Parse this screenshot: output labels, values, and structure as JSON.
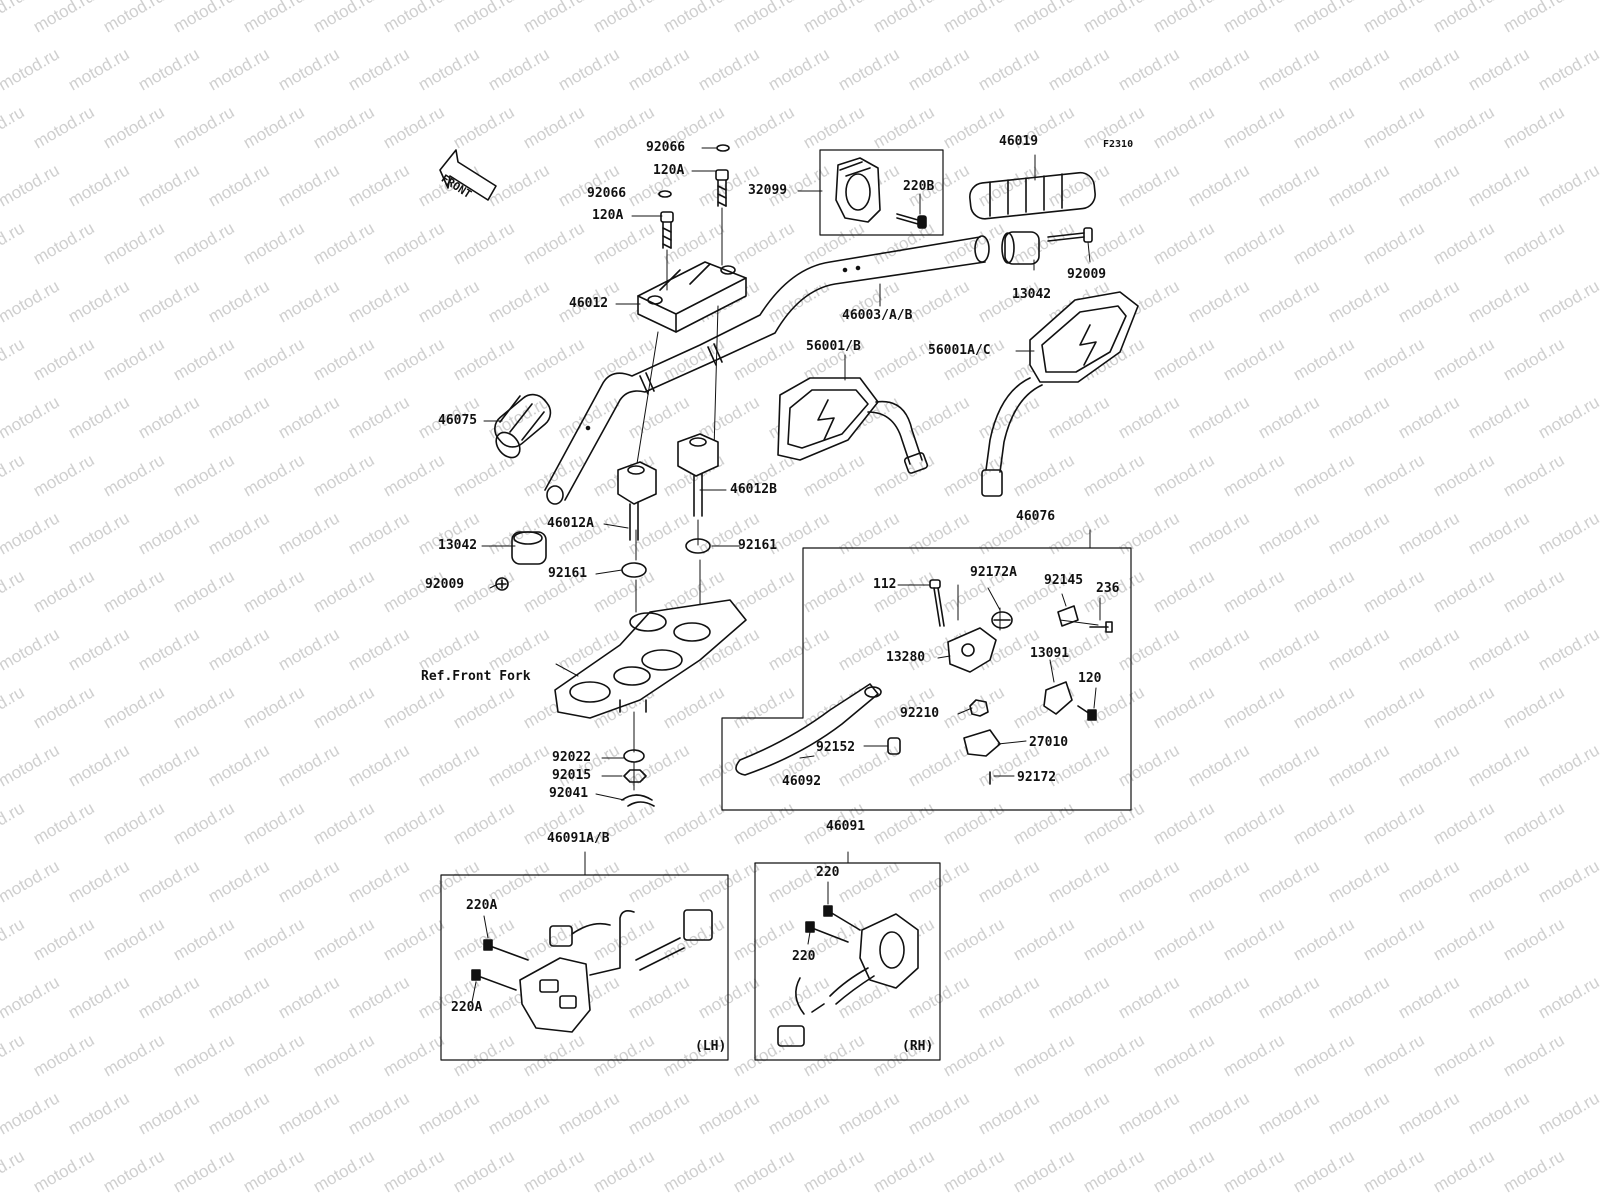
{
  "watermark": "motod.ru",
  "figure_code": "F2310",
  "direction_arrow": "FRONT",
  "ref_note": "Ref.Front Fork",
  "boxes": {
    "lh": "(LH)",
    "rh": "(RH)"
  },
  "labels": [
    {
      "id": "p92066a",
      "text": "92066"
    },
    {
      "id": "p120Aa",
      "text": "120A"
    },
    {
      "id": "p92066b",
      "text": "92066"
    },
    {
      "id": "p120Ab",
      "text": "120A"
    },
    {
      "id": "p46012",
      "text": "46012"
    },
    {
      "id": "p32099",
      "text": "32099"
    },
    {
      "id": "p220B",
      "text": "220B"
    },
    {
      "id": "p46019",
      "text": "46019"
    },
    {
      "id": "p92009a",
      "text": "92009"
    },
    {
      "id": "p13042a",
      "text": "13042"
    },
    {
      "id": "p46003",
      "text": "46003/A/B"
    },
    {
      "id": "p56001",
      "text": "56001/B"
    },
    {
      "id": "p56001A",
      "text": "56001A/C"
    },
    {
      "id": "p46075",
      "text": "46075"
    },
    {
      "id": "p46012B",
      "text": "46012B"
    },
    {
      "id": "p46012A",
      "text": "46012A"
    },
    {
      "id": "p13042b",
      "text": "13042"
    },
    {
      "id": "p92161a",
      "text": "92161"
    },
    {
      "id": "p92161b",
      "text": "92161"
    },
    {
      "id": "p92009b",
      "text": "92009"
    },
    {
      "id": "p46076",
      "text": "46076"
    },
    {
      "id": "p112",
      "text": "112"
    },
    {
      "id": "p92172A",
      "text": "92172A"
    },
    {
      "id": "p92145",
      "text": "92145"
    },
    {
      "id": "p236",
      "text": "236"
    },
    {
      "id": "p13280",
      "text": "13280"
    },
    {
      "id": "p13091",
      "text": "13091"
    },
    {
      "id": "p120",
      "text": "120"
    },
    {
      "id": "p92210",
      "text": "92210"
    },
    {
      "id": "p92152",
      "text": "92152"
    },
    {
      "id": "p27010",
      "text": "27010"
    },
    {
      "id": "p46092",
      "text": "46092"
    },
    {
      "id": "p92172",
      "text": "92172"
    },
    {
      "id": "p92022",
      "text": "92022"
    },
    {
      "id": "p92015",
      "text": "92015"
    },
    {
      "id": "p92041",
      "text": "92041"
    },
    {
      "id": "p46091AB",
      "text": "46091A/B"
    },
    {
      "id": "p46091",
      "text": "46091"
    },
    {
      "id": "p220Aa",
      "text": "220A"
    },
    {
      "id": "p220Ab",
      "text": "220A"
    },
    {
      "id": "p220a",
      "text": "220"
    },
    {
      "id": "p220b",
      "text": "220"
    }
  ]
}
